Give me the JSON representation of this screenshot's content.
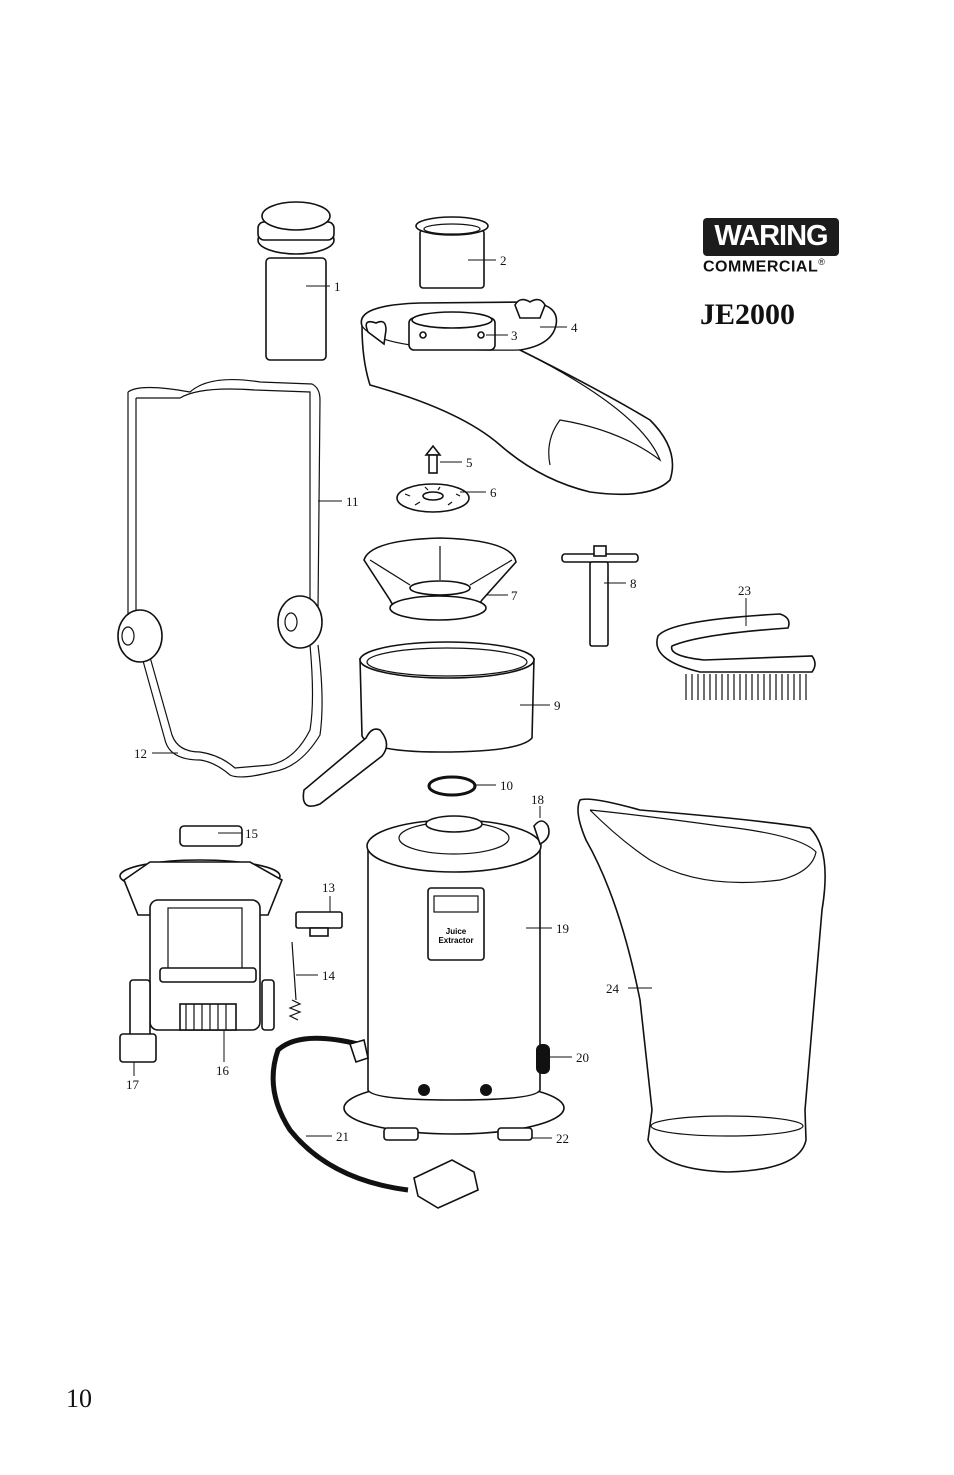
{
  "brand": {
    "name": "WARING",
    "line2": "COMMERCIAL",
    "registered_mark": "®",
    "logo_color": "#1c1c1c"
  },
  "model": "JE2000",
  "page_number": "10",
  "callouts": [
    "1",
    "2",
    "3",
    "4",
    "5",
    "6",
    "7",
    "8",
    "9",
    "10",
    "11",
    "12",
    "13",
    "14",
    "15",
    "16",
    "17",
    "18",
    "19",
    "20",
    "21",
    "22",
    "23",
    "24"
  ],
  "control_panel": {
    "line1": "Juice",
    "line2": "Extractor"
  },
  "icons": [
    "parts-explosion-illustration"
  ]
}
